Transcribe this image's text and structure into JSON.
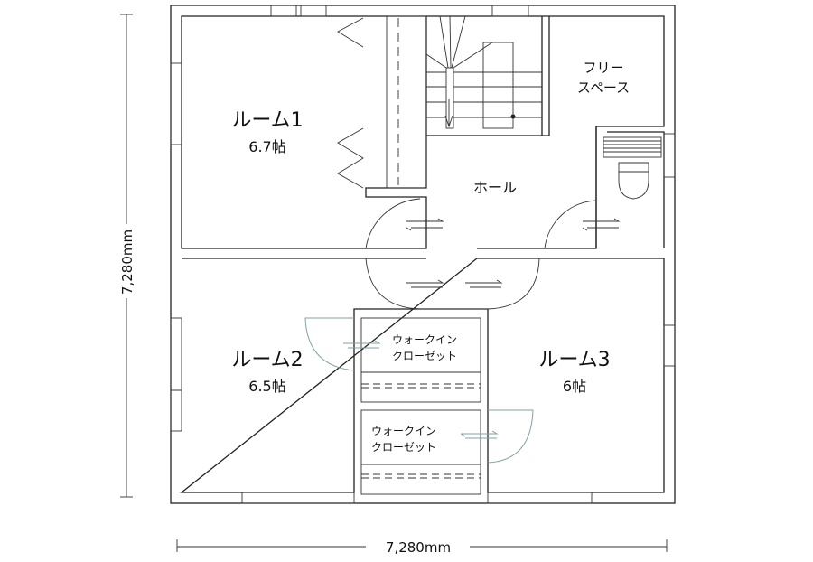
{
  "plan": {
    "dimension_vertical": "7,280mm",
    "dimension_horizontal": "7,280mm",
    "rooms": [
      {
        "name": "ルーム1",
        "size": "6.7帖"
      },
      {
        "name": "ルーム2",
        "size": "6.5帖"
      },
      {
        "name": "ルーム3",
        "size": "6帖"
      }
    ],
    "hall": "ホール",
    "free_space": [
      "フリー",
      "スペース"
    ],
    "walk_in_closet_1": [
      "ウォークイン",
      "クローゼット"
    ],
    "walk_in_closet_2": [
      "ウォークイン",
      "クローゼット"
    ]
  },
  "colors": {
    "wall": "#222222",
    "door_swing": "#7fa3a3"
  }
}
